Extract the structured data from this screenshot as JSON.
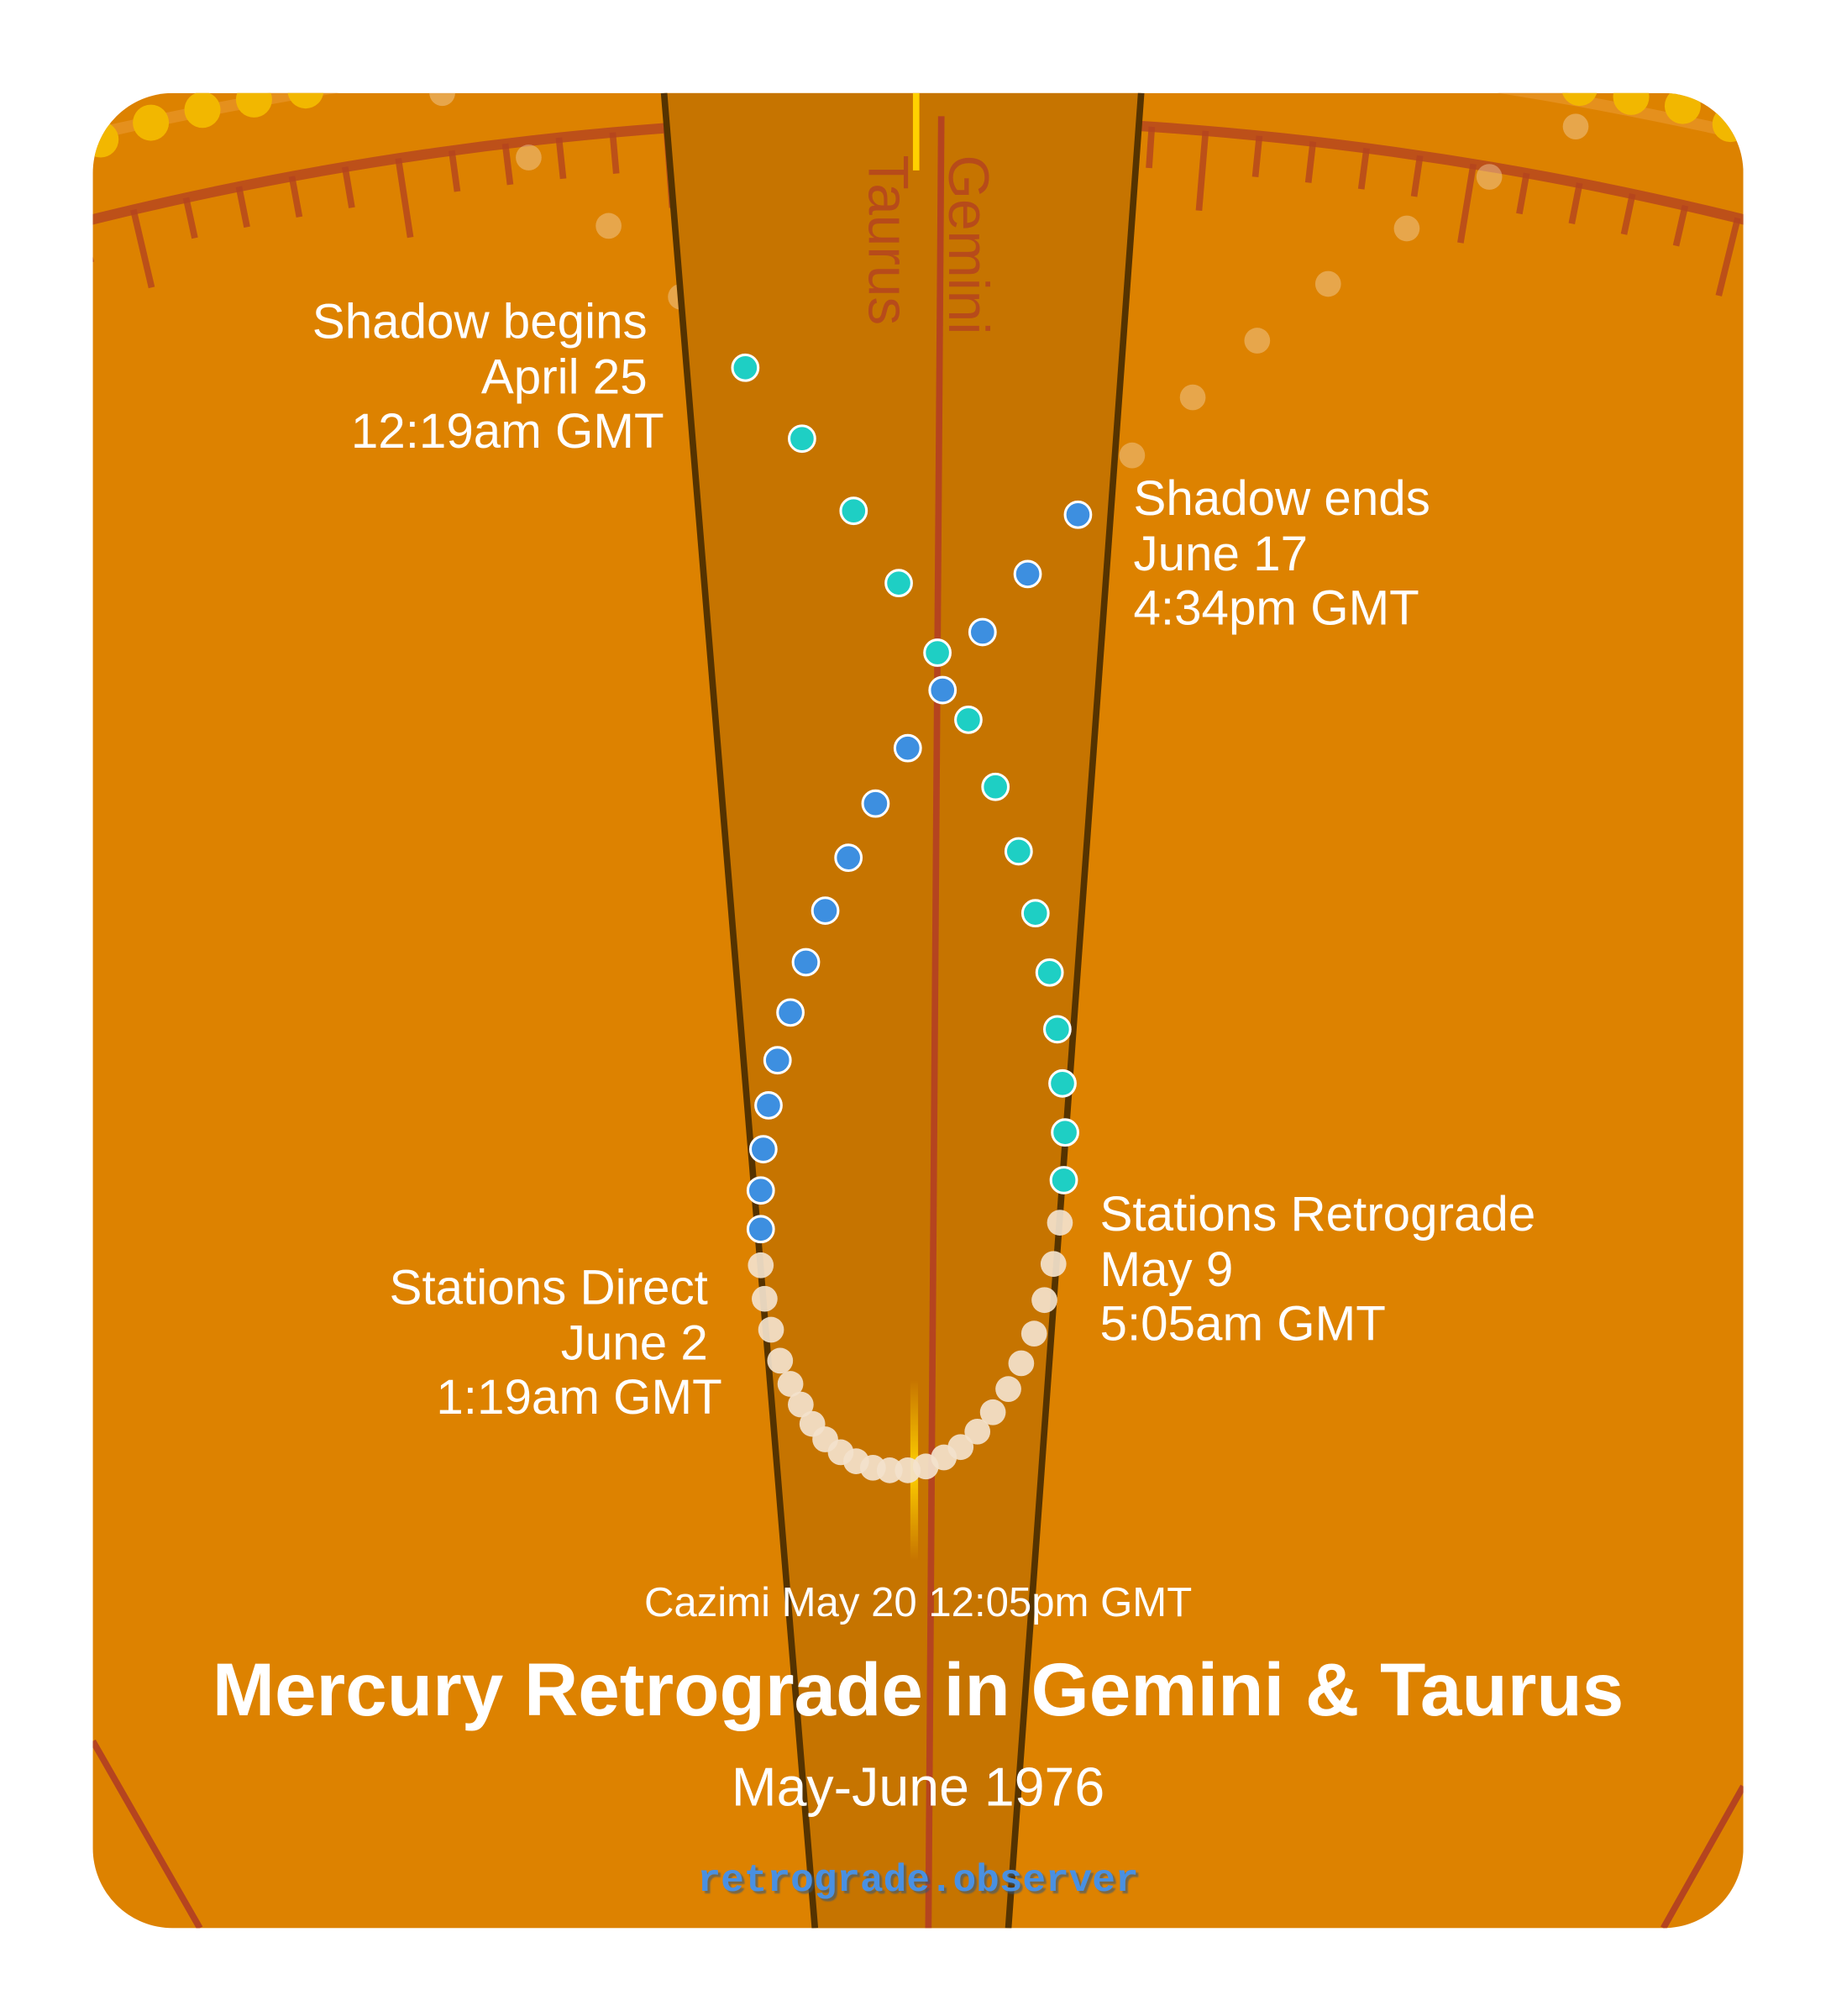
{
  "signs": {
    "left": "Taurus",
    "right": "Gemini"
  },
  "events": {
    "shadow_begins": [
      "Shadow begins",
      "April 25",
      "12:19am GMT"
    ],
    "shadow_ends": [
      "Shadow ends",
      "June 17",
      "4:34pm GMT"
    ],
    "stations_retrograde": [
      "Stations Retrograde",
      "May 9",
      "5:05am GMT"
    ],
    "stations_direct": [
      "Stations Direct",
      "June 2",
      "1:19am GMT"
    ]
  },
  "cazimi": "Cazimi May 20 12:05pm GMT",
  "title": "Mercury Retrograde in Gemini & Taurus",
  "subtitle": "May-June 1976",
  "site": "retrograde.observer",
  "colors": {
    "background": "#DD8200",
    "band": "#C67400",
    "pre_shadow_dots": "#1ECFC4",
    "retrograde_dots": "#F3E2CC",
    "post_shadow_dots": "#3D8FE0",
    "site_link": "#4A90E2"
  }
}
